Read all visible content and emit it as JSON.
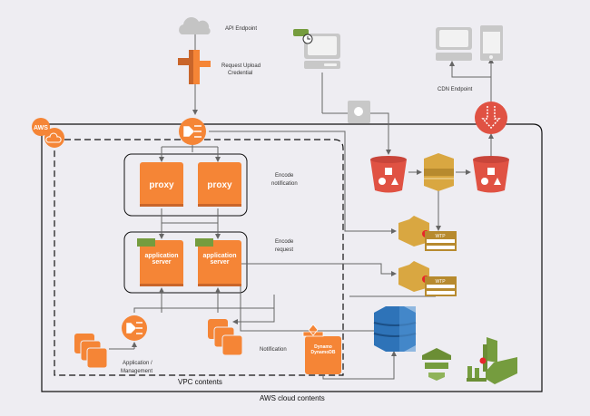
{
  "labels": {
    "api_endpoint": "API Endpoint",
    "request_upload_1": "Request Upload",
    "request_upload_2": "Credential",
    "cdn_endpoint": "CDN Endpoint",
    "encode_notification_1": "Encode",
    "encode_notification_2": "notification",
    "encode_request_1": "Encode",
    "encode_request_2": "request",
    "proxy_1": "proxy",
    "proxy_2": "proxy",
    "app_server_1a": "application",
    "app_server_1b": "server",
    "app_server_2a": "application",
    "app_server_2b": "server",
    "app_mgmt_1": "Application /",
    "app_mgmt_2": "Management",
    "notification": "Notification",
    "dynamo_1": "Dynamo",
    "dynamo_2": "DynamoDB",
    "wtp_1": "WTP",
    "wtp_2": "WTP",
    "vpc_contents": "VPC contents",
    "aws_cloud_contents": "AWS cloud contents",
    "aws_logo": "AWS"
  },
  "colors": {
    "aws_orange": "#f58536",
    "s3_red": "#e05243",
    "transcoder_gold": "#d9a741",
    "dynamodb_blue": "#2e73b8",
    "green": "#759c3e",
    "device_grey": "#c8c8c8"
  }
}
